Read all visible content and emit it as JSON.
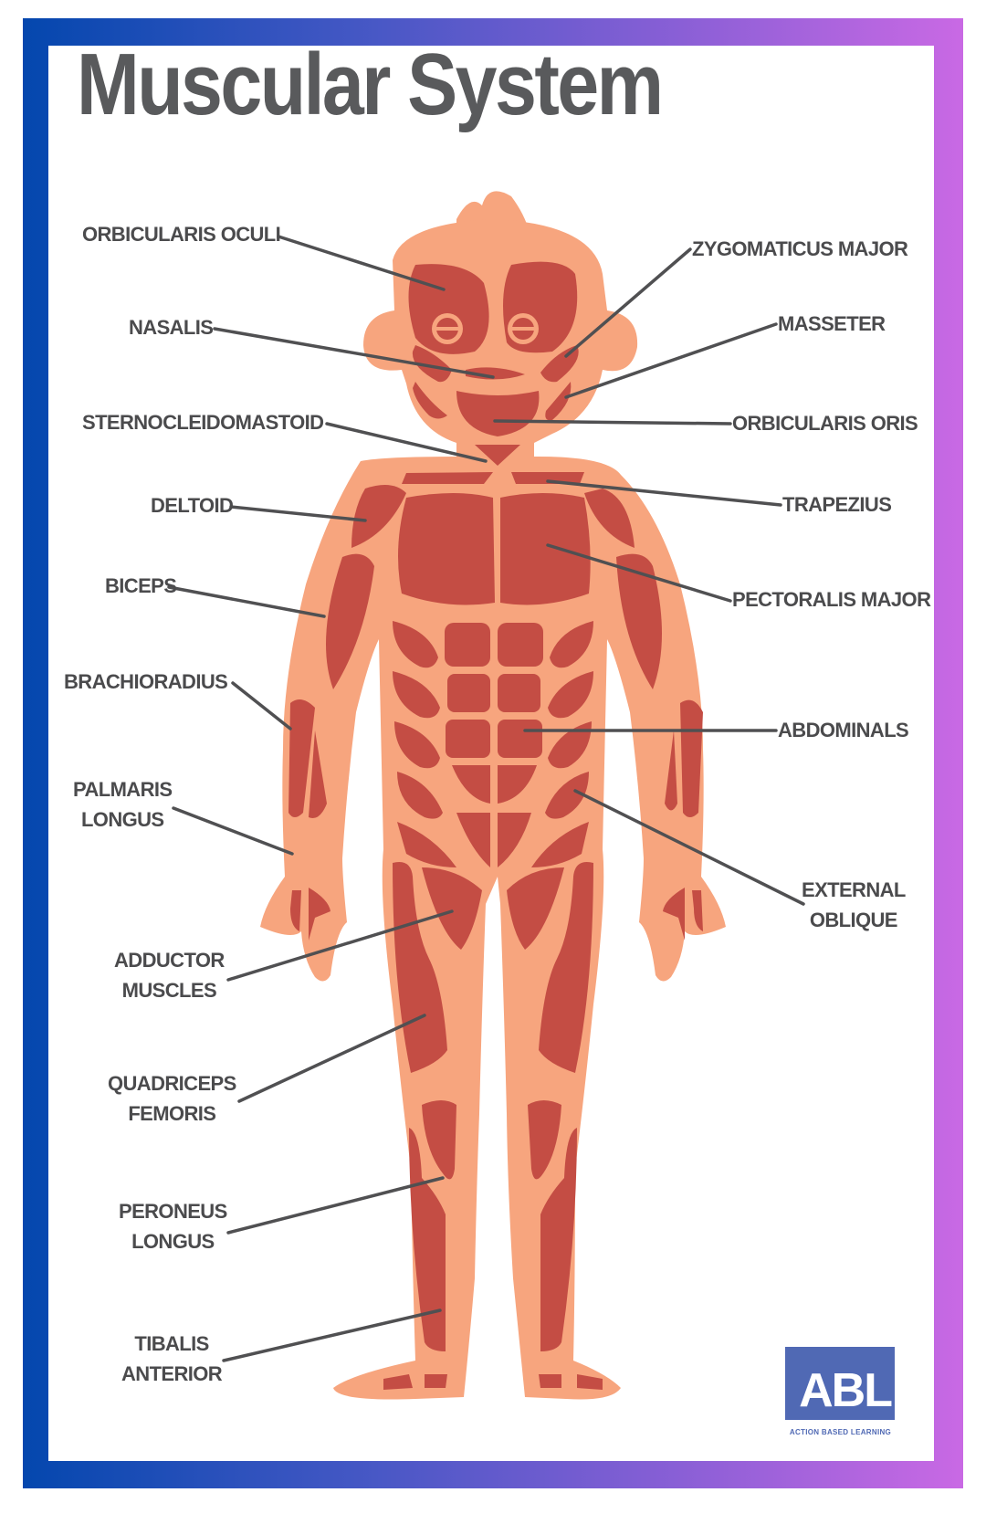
{
  "title": "Muscular System",
  "colors": {
    "frame_gradient": [
      "#0447ae",
      "#4357c4",
      "#8a5fd6",
      "#c969e4"
    ],
    "skin": "#f7a57e",
    "muscle": "#c44d44",
    "text": "#4b4b4d",
    "leader_line": "#505052",
    "logo_bg": "#5069b4"
  },
  "labels": {
    "left": [
      {
        "id": "orbicularis-oculi",
        "text": "ORBICULARIS OCULI"
      },
      {
        "id": "nasalis",
        "text": "NASALIS"
      },
      {
        "id": "sternocleidomastoid",
        "text": "STERNOCLEIDOMASTOID"
      },
      {
        "id": "deltoid",
        "text": "DELTOID"
      },
      {
        "id": "biceps",
        "text": "BICEPS"
      },
      {
        "id": "brachioradius",
        "text": "BRACHIORADIUS"
      },
      {
        "id": "palmaris-longus",
        "text": "PALMARIS LONGUS"
      },
      {
        "id": "adductor-muscles",
        "text": "ADDUCTOR MUSCLES"
      },
      {
        "id": "quadriceps-femoris",
        "text": "QUADRICEPS FEMORIS"
      },
      {
        "id": "peroneus-longus",
        "text": "PERONEUS LONGUS"
      },
      {
        "id": "tibalis-anterior",
        "text": "TIBALIS ANTERIOR"
      }
    ],
    "right": [
      {
        "id": "zygomaticus-major",
        "text": "ZYGOMATICUS MAJOR"
      },
      {
        "id": "masseter",
        "text": "MASSETER"
      },
      {
        "id": "orbicularis-oris",
        "text": "ORBICULARIS ORIS"
      },
      {
        "id": "trapezius",
        "text": "TRAPEZIUS"
      },
      {
        "id": "pectoralis-major",
        "text": "PECTORALIS MAJOR"
      },
      {
        "id": "abdominals",
        "text": "ABDOMINALS"
      },
      {
        "id": "external-oblique",
        "text": "EXTERNAL OBLIQUE"
      }
    ]
  },
  "label_lines": {
    "palmaris": [
      "PALMARIS",
      "LONGUS"
    ],
    "adductor": [
      "ADDUCTOR",
      "MUSCLES"
    ],
    "quadriceps": [
      "QUADRICEPS",
      "FEMORIS"
    ],
    "peroneus": [
      "PERONEUS",
      "LONGUS"
    ],
    "tibalis": [
      "TIBALIS",
      "ANTERIOR"
    ],
    "external": [
      "EXTERNAL",
      "OBLIQUE"
    ]
  },
  "logo": {
    "text": "ABL",
    "subtitle": "ACTION BASED LEARNING"
  }
}
